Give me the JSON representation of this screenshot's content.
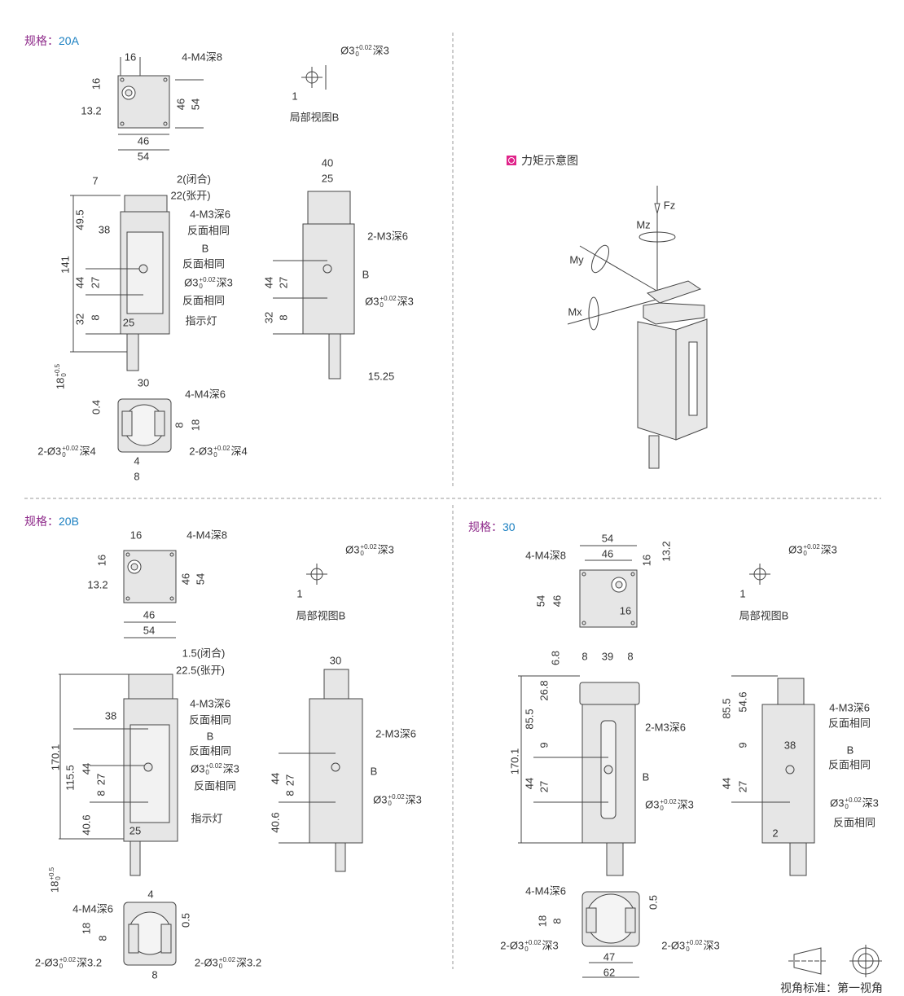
{
  "spec_key": "规格：",
  "a20": {
    "spec": "20A",
    "labels": [
      "16",
      "4-M4深8",
      "16",
      "46",
      "54",
      "13.2",
      "46",
      "54",
      {
        "d": "Ø3",
        "up": "+0.02",
        "lo": "0",
        "s": "深3"
      },
      "1",
      "局部视图B",
      "7",
      "2(闭合)",
      "22(张开)",
      "49.5",
      "38",
      "4-M3深6",
      "反面相同",
      "B",
      "反面相同",
      "141",
      "44",
      "27",
      {
        "d": "Ø3",
        "up": "+0.02",
        "lo": "0",
        "s": "深3"
      },
      "反面相同",
      "32",
      "8",
      "25",
      "指示灯",
      {
        "d": "18",
        "up": "+0.5",
        "lo": "0",
        "s": ""
      },
      "40",
      "25",
      "2-M3深6",
      "B",
      "44",
      "27",
      {
        "d": "Ø3",
        "up": "+0.02",
        "lo": "0",
        "s": "深3"
      },
      "32",
      "8",
      "15.25",
      "30",
      "4-M4深6",
      "0.4",
      "8",
      "18",
      {
        "d": "2-Ø3",
        "up": "+0.02",
        "lo": "0",
        "s": "深4"
      },
      {
        "d": "2-Ø3",
        "up": "+0.02",
        "lo": "0",
        "s": "深4"
      },
      "4",
      "8"
    ]
  },
  "moment": {
    "title": "力矩示意图",
    "labels": [
      "Fz",
      "Mz",
      "My",
      "Mx"
    ]
  },
  "b20": {
    "spec": "20B",
    "labels": [
      "16",
      "4-M4深8",
      "16",
      "46",
      "54",
      "13.2",
      "46",
      "54",
      {
        "d": "Ø3",
        "up": "+0.02",
        "lo": "0",
        "s": "深3"
      },
      "1",
      "局部视图B",
      "1.5(闭合)",
      "22.5(张开)",
      "4-M3深6",
      "38",
      "反面相同",
      "B",
      "反面相同",
      {
        "d": "Ø3",
        "up": "+0.02",
        "lo": "0",
        "s": "深3"
      },
      "170.1",
      "115.5",
      "44",
      "27",
      "8",
      "反面相同",
      "40.6",
      "25",
      "指示灯",
      {
        "d": "18",
        "up": "+0.5",
        "lo": "0",
        "s": ""
      },
      "30",
      "2-M3深6",
      "B",
      "44",
      "27",
      "8",
      {
        "d": "Ø3",
        "up": "+0.02",
        "lo": "0",
        "s": "深3"
      },
      "40.6",
      "4",
      "4-M4深6",
      "0.5",
      "18",
      "8",
      {
        "d": "2-Ø3",
        "up": "+0.02",
        "lo": "0",
        "s": "深3.2"
      },
      {
        "d": "2-Ø3",
        "up": "+0.02",
        "lo": "0",
        "s": "深3.2"
      },
      "8"
    ]
  },
  "c30": {
    "spec": "30",
    "labels": [
      "54",
      "4-M4深8",
      "46",
      "16",
      "13.2",
      "54",
      "46",
      "16",
      {
        "d": "Ø3",
        "up": "+0.02",
        "lo": "0",
        "s": "深3"
      },
      "1",
      "局部视图B",
      "6.8",
      "8",
      "39",
      "8",
      "26.8",
      "85.5",
      "2-M3深6",
      "9",
      "170.1",
      "B",
      "44",
      "27",
      {
        "d": "Ø3",
        "up": "+0.02",
        "lo": "0",
        "s": "深3"
      },
      "85.5",
      "54.6",
      "4-M3深6",
      "反面相同",
      "9",
      "38",
      "B",
      "反面相同",
      "44",
      "27",
      {
        "d": "Ø3",
        "up": "+0.02",
        "lo": "0",
        "s": "深3"
      },
      "反面相同",
      "2",
      "4-M4深6",
      "0.5",
      "18",
      "8",
      {
        "d": "2-Ø3",
        "up": "+0.02",
        "lo": "0",
        "s": "深3"
      },
      {
        "d": "2-Ø3",
        "up": "+0.02",
        "lo": "0",
        "s": "深3"
      },
      "47",
      "62"
    ]
  },
  "footer": "视角标准：第一视角"
}
